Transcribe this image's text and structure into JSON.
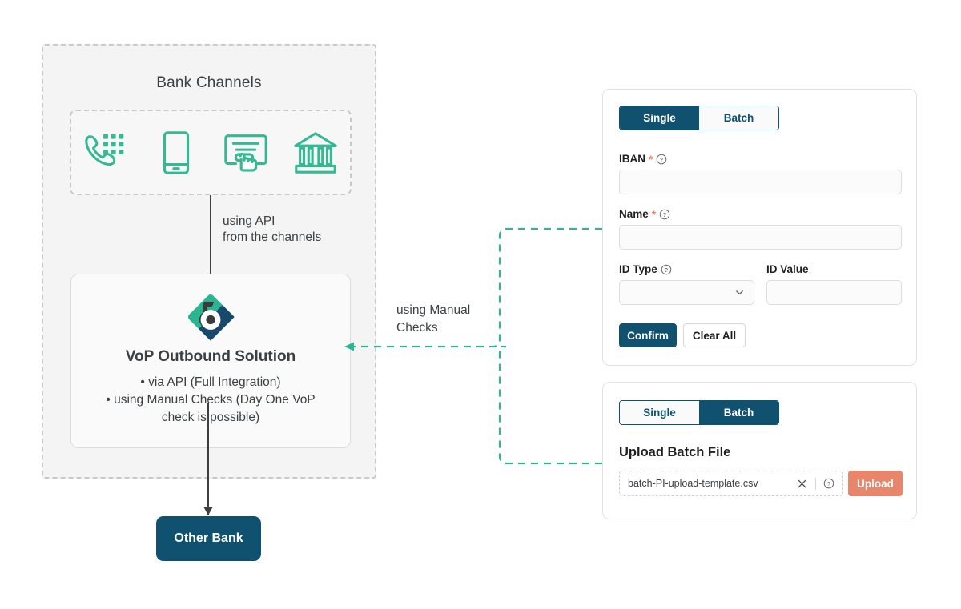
{
  "diagram": {
    "bank_channels": {
      "title": "Bank Channels",
      "icons": [
        {
          "name": "phone-keypad-icon",
          "label": "Call Center / Phone Banking"
        },
        {
          "name": "mobile-phone-icon",
          "label": "Mobile Banking"
        },
        {
          "name": "online-form-click-icon",
          "label": "Online Banking"
        },
        {
          "name": "bank-building-icon",
          "label": "Branch"
        }
      ]
    },
    "api_arrow_label": "using API\nfrom the channels",
    "api_arrow_label_line1": "using API",
    "api_arrow_label_line2": "from the channels",
    "vop_card": {
      "logo_name": "vop-brand-logo",
      "title": "VoP Outbound Solution",
      "bullets": [
        "•  via API (Full Integration)",
        "•  using Manual Checks (Day One VoP",
        "check is possible)"
      ]
    },
    "manual_checks_label_line1": "using Manual",
    "manual_checks_label_line2": "Checks",
    "other_bank": {
      "label": "Other Bank"
    }
  },
  "single_panel": {
    "tabs": [
      {
        "label": "Single",
        "active": true
      },
      {
        "label": "Batch",
        "active": false
      }
    ],
    "fields": {
      "iban": {
        "label": "IBAN",
        "required": true,
        "value": "",
        "placeholder": ""
      },
      "name": {
        "label": "Name",
        "required": true,
        "value": "",
        "placeholder": ""
      },
      "id_type": {
        "label": "ID Type",
        "required": false,
        "value": "",
        "placeholder": ""
      },
      "id_value": {
        "label": "ID Value",
        "required": false,
        "value": "",
        "placeholder": ""
      }
    },
    "buttons": {
      "confirm": "Confirm",
      "clear_all": "Clear All"
    }
  },
  "batch_panel": {
    "tabs": [
      {
        "label": "Single",
        "active": false
      },
      {
        "label": "Batch",
        "active": true
      }
    ],
    "title": "Upload Batch File",
    "file_name": "batch-PI-upload-template.csv",
    "upload_button": "Upload"
  },
  "colors": {
    "brand_navy": "#10516f",
    "brand_teal": "#35b894",
    "accent_coral": "#e8856b",
    "panel_gray": "#f4f4f4",
    "text_dark": "#3c4043",
    "border_gray": "#c9c9c9"
  }
}
